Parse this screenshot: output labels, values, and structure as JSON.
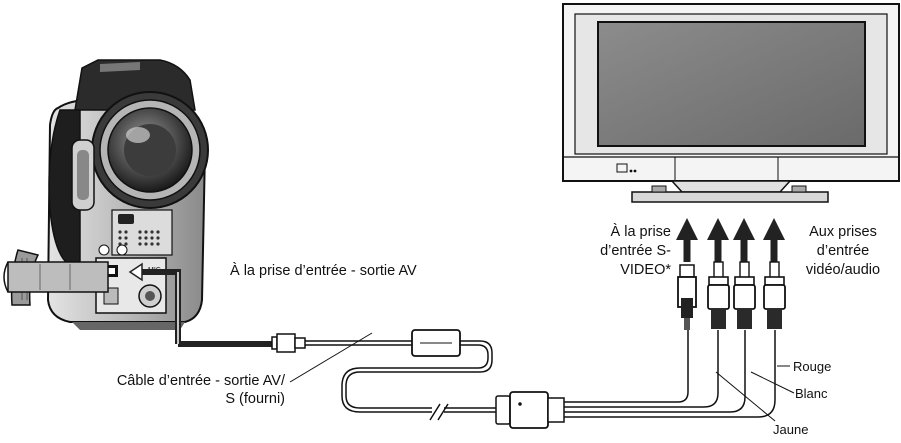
{
  "labels": {
    "av_jack": "À la prise d’entrée - sortie AV",
    "cable_line1": "Câble d’entrée - sortie AV/",
    "cable_line2": "S (fourni)",
    "svideo_line1": "À la prise",
    "svideo_line2": "d’entrée S-",
    "svideo_line3": "VIDEO*",
    "av_in_line1": "Aux prises",
    "av_in_line2": "d’entrée",
    "av_in_line3": "vidéo/audio",
    "rouge": "Rouge",
    "blanc": "Blanc",
    "jaune": "Jaune"
  },
  "icons": {
    "camcorder": "camcorder-icon",
    "tv": "tv-icon",
    "arrow": "arrow-up-icon",
    "plug": "rca-plug-icon"
  },
  "colors": {
    "ink": "#111111",
    "screen": "#7a7a7a",
    "body_gray": "#c9c9c9",
    "cable": "#2a2a2a",
    "lead_arrow": "#444444"
  }
}
